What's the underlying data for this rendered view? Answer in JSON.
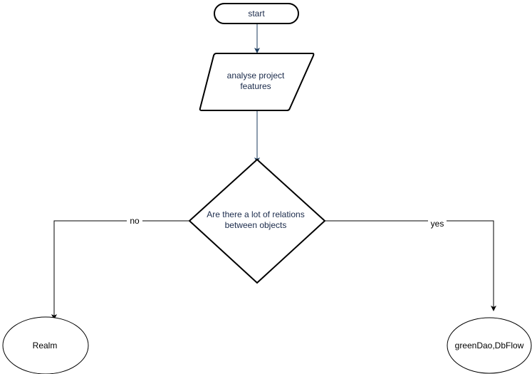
{
  "diagram": {
    "nodes": {
      "start": {
        "label": "start"
      },
      "analyse": {
        "label": "analyse project features"
      },
      "decision": {
        "label": "Are there a lot of relations between objects"
      },
      "realm": {
        "label": "Realm"
      },
      "greendao": {
        "label": "greenDao,DbFlow"
      }
    },
    "edges": {
      "no": {
        "label": "no"
      },
      "yes": {
        "label": "yes"
      }
    },
    "colors": {
      "stroke": "#000000",
      "connector_top": "#1a3a5c",
      "text_top": "#1a2a4a",
      "text": "#000000"
    }
  }
}
